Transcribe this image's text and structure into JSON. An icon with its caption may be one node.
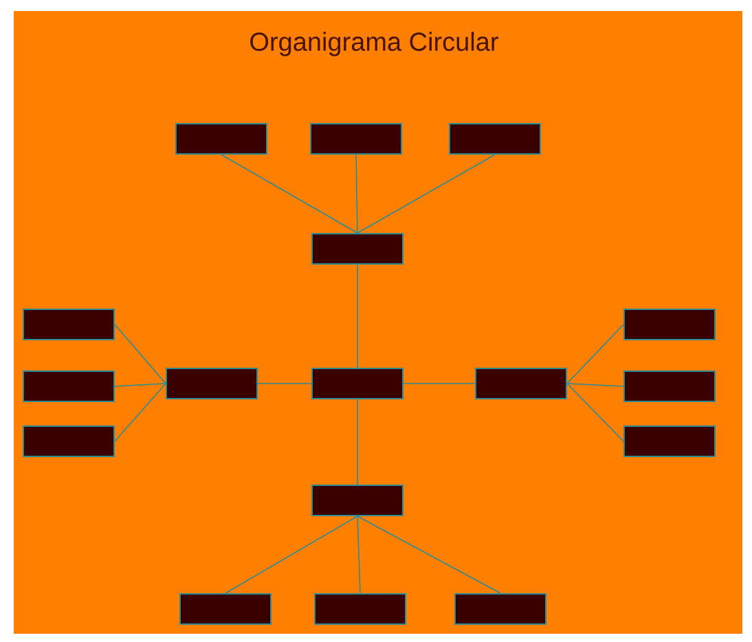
{
  "diagram": {
    "title": "Organigrama Circular",
    "nodes": [
      {
        "text": [],
        "shape": "box"
      },
      {
        "text": [],
        "shape": "box"
      },
      {
        "text": [],
        "shape": "box"
      },
      {
        "text": [],
        "shape": "box"
      },
      {
        "text": [],
        "shape": "box"
      },
      {
        "text": [],
        "shape": "box"
      },
      {
        "text": [],
        "shape": "box"
      },
      {
        "text": [],
        "shape": "box"
      },
      {
        "text": [],
        "shape": "box"
      },
      {
        "text": [],
        "shape": "box"
      },
      {
        "text": [],
        "shape": "box"
      },
      {
        "text": [],
        "shape": "box"
      },
      {
        "text": [],
        "shape": "box"
      },
      {
        "text": [],
        "shape": "box"
      },
      {
        "text": [],
        "shape": "box"
      },
      {
        "text": [],
        "shape": "box"
      },
      {
        "text": [],
        "shape": "box"
      }
    ],
    "edges": [
      {
        "from": 0,
        "to": 3,
        "arrow": "none"
      },
      {
        "from": 1,
        "to": 3,
        "arrow": "none"
      },
      {
        "from": 2,
        "to": 3,
        "arrow": "none"
      },
      {
        "from": 3,
        "to": 8,
        "arrow": "none"
      },
      {
        "from": 7,
        "to": 8,
        "arrow": "none"
      },
      {
        "from": 8,
        "to": 9,
        "arrow": "none"
      },
      {
        "from": 8,
        "to": 13,
        "arrow": "none"
      },
      {
        "from": 7,
        "to": 4,
        "arrow": "none"
      },
      {
        "from": 7,
        "to": 6,
        "arrow": "none"
      },
      {
        "from": 7,
        "to": 11,
        "arrow": "none"
      },
      {
        "from": 9,
        "to": 5,
        "arrow": "none"
      },
      {
        "from": 9,
        "to": 10,
        "arrow": "none"
      },
      {
        "from": 9,
        "to": 12,
        "arrow": "none"
      },
      {
        "from": 13,
        "to": 14,
        "arrow": "none"
      },
      {
        "from": 13,
        "to": 15,
        "arrow": "none"
      },
      {
        "from": 13,
        "to": 16,
        "arrow": "none"
      }
    ]
  }
}
